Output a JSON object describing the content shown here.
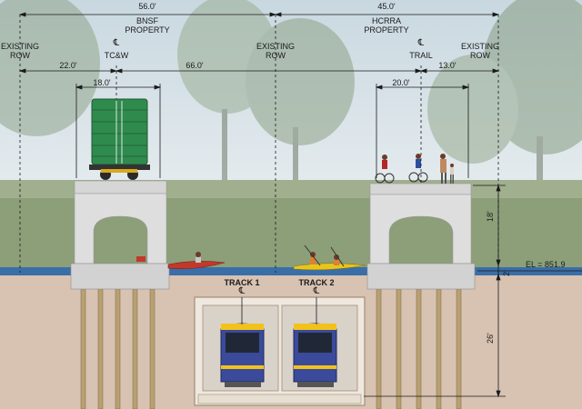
{
  "dimensions": {
    "total_left": "56.0'",
    "total_right": "45.0'",
    "left_offset": "22.0'",
    "middle_span": "66.0'",
    "right_offset": "13.0'",
    "rail_bridge_width": "18.0'",
    "trail_bridge_width": "20.0'",
    "bridge_height": "18'",
    "water_depth": "2'",
    "tunnel_depth": "26'",
    "elevation": "EL = 851.9"
  },
  "labels": {
    "bnsf_1": "BNSF",
    "bnsf_2": "PROPERTY",
    "hcrra_1": "HCRRA",
    "hcrra_2": "PROPERTY",
    "existing": "EXISTING",
    "row": "ROW",
    "centerline_symbol": "℄",
    "tcw": "TC&W",
    "trail": "TRAIL",
    "track1": "TRACK 1",
    "track2": "TRACK 2"
  },
  "colors": {
    "sky": "#d9e4ea",
    "water": "#3a6ea8",
    "ground": "#d8c2b2",
    "concrete": "#dcdcdc",
    "boxcar": "#2f8a4e",
    "train_body": "#3b4a9a",
    "train_stripe": "#f2c21b",
    "kayak_red": "#c0392b",
    "kayak_yellow": "#e8c51d"
  },
  "icons": [
    "centerline-icon",
    "boxcar-icon",
    "cyclist-icon",
    "pedestrian-icon",
    "kayak-icon",
    "lrt-train-icon"
  ]
}
